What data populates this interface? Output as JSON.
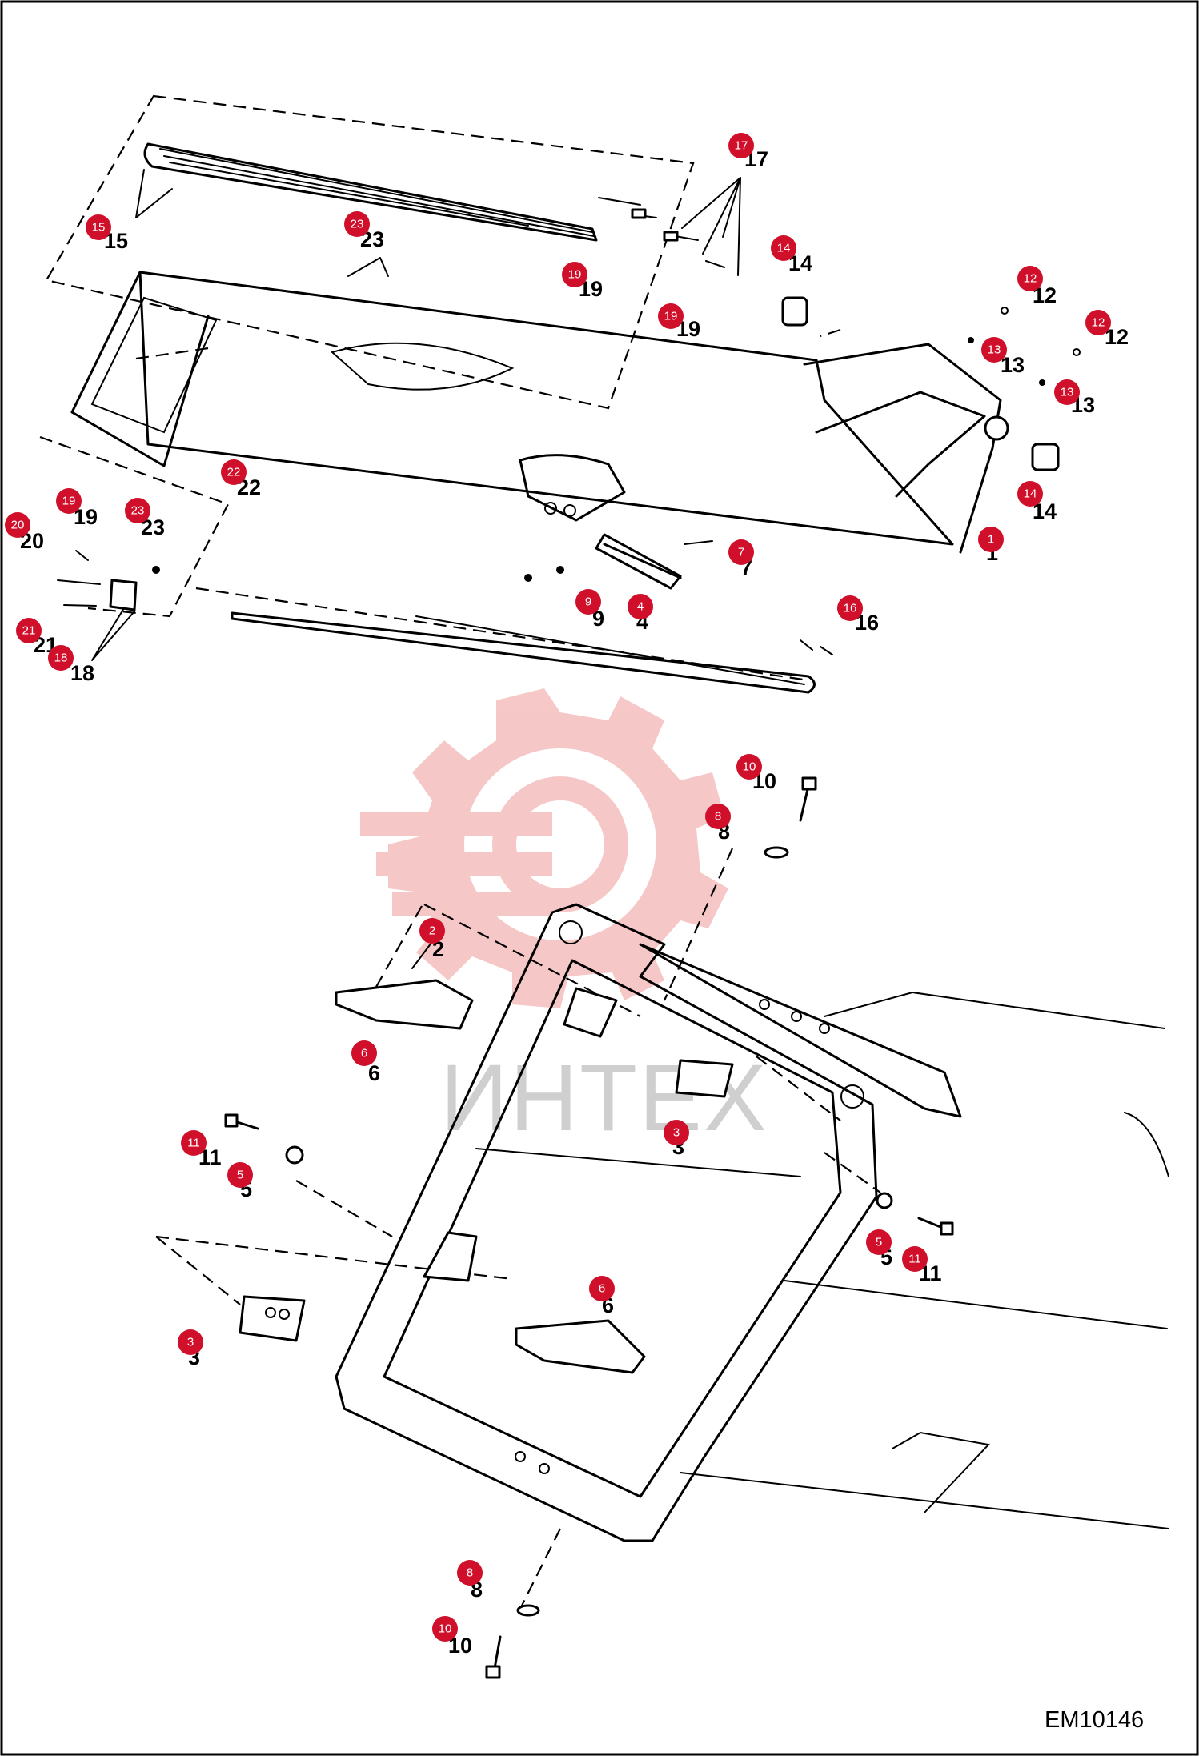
{
  "drawing": {
    "document_code": "EM10146",
    "watermark_text": "ИНТЕХ",
    "callout_color": "#d0102b",
    "watermark_color": "#f3b5b5",
    "part_labels": [
      "1",
      "2",
      "3",
      "4",
      "5",
      "6",
      "7",
      "8",
      "9",
      "10",
      "11",
      "12",
      "13",
      "14",
      "15",
      "16",
      "17",
      "18",
      "19",
      "20",
      "21",
      "22",
      "23"
    ]
  },
  "callouts": {
    "c1": "1",
    "c2": "2",
    "c3a": "3",
    "c3b": "3",
    "c4": "4",
    "c5a": "5",
    "c5b": "5",
    "c6a": "6",
    "c6b": "6",
    "c7": "7",
    "c8a": "8",
    "c8b": "8",
    "c9": "9",
    "c10a": "10",
    "c10b": "10",
    "c11a": "11",
    "c11b": "11",
    "c12a": "12",
    "c12b": "12",
    "c13a": "13",
    "c13b": "13",
    "c14a": "14",
    "c14b": "14",
    "c15": "15",
    "c16": "16",
    "c17": "17",
    "c18": "18",
    "c19a": "19",
    "c19b": "19",
    "c19c": "19",
    "c20": "20",
    "c21": "21",
    "c22": "22",
    "c23a": "23",
    "c23b": "23"
  }
}
